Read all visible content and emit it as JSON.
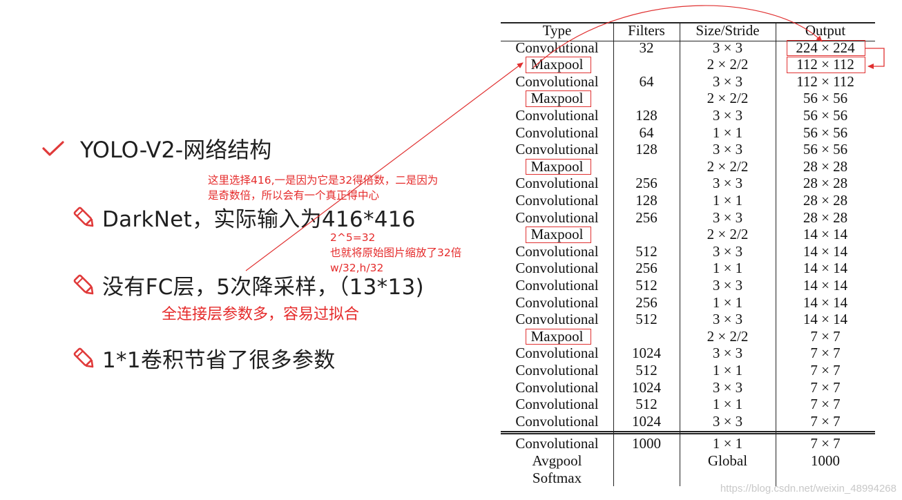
{
  "slide": {
    "heading": "YOLO-V2-网络结构",
    "bullets": [
      "DarkNet，实际输入为416*416",
      "没有FC层，5次降采样，（13*13)",
      "1*1卷积节省了很多参数"
    ],
    "notes": {
      "note1_line1": "这里选择416,一是因为它是32得倍数，二是因为",
      "note1_line2": "是奇数倍，所以会有一个真正得中心",
      "note2_line1": "2^5=32",
      "note2_line2": "也就将原始图片缩放了32倍",
      "note2_line3": "w/32,h/32",
      "note3": "全连接层参数多，容易过拟合"
    },
    "icons": {
      "heading": "checkmark-icon",
      "bullet": "pencil-icon"
    },
    "accent_color": "#e52b2b"
  },
  "table": {
    "headers": [
      "Type",
      "Filters",
      "Size/Stride",
      "Output"
    ],
    "rows": [
      [
        "Convolutional",
        "32",
        "3 × 3",
        "224 × 224"
      ],
      [
        "Maxpool",
        "",
        "2 × 2/2",
        "112 × 112"
      ],
      [
        "Convolutional",
        "64",
        "3 × 3",
        "112 × 112"
      ],
      [
        "Maxpool",
        "",
        "2 × 2/2",
        "56 × 56"
      ],
      [
        "Convolutional",
        "128",
        "3 × 3",
        "56 × 56"
      ],
      [
        "Convolutional",
        "64",
        "1 × 1",
        "56 × 56"
      ],
      [
        "Convolutional",
        "128",
        "3 × 3",
        "56 × 56"
      ],
      [
        "Maxpool",
        "",
        "2 × 2/2",
        "28 × 28"
      ],
      [
        "Convolutional",
        "256",
        "3 × 3",
        "28 × 28"
      ],
      [
        "Convolutional",
        "128",
        "1 × 1",
        "28 × 28"
      ],
      [
        "Convolutional",
        "256",
        "3 × 3",
        "28 × 28"
      ],
      [
        "Maxpool",
        "",
        "2 × 2/2",
        "14 × 14"
      ],
      [
        "Convolutional",
        "512",
        "3 × 3",
        "14 × 14"
      ],
      [
        "Convolutional",
        "256",
        "1 × 1",
        "14 × 14"
      ],
      [
        "Convolutional",
        "512",
        "3 × 3",
        "14 × 14"
      ],
      [
        "Convolutional",
        "256",
        "1 × 1",
        "14 × 14"
      ],
      [
        "Convolutional",
        "512",
        "3 × 3",
        "14 × 14"
      ],
      [
        "Maxpool",
        "",
        "2 × 2/2",
        "7 × 7"
      ],
      [
        "Convolutional",
        "1024",
        "3 × 3",
        "7 × 7"
      ],
      [
        "Convolutional",
        "512",
        "1 × 1",
        "7 × 7"
      ],
      [
        "Convolutional",
        "1024",
        "3 × 3",
        "7 × 7"
      ],
      [
        "Convolutional",
        "512",
        "1 × 1",
        "7 × 7"
      ],
      [
        "Convolutional",
        "1024",
        "3 × 3",
        "7 × 7"
      ]
    ],
    "footer_rows": [
      [
        "Convolutional",
        "1000",
        "1 × 1",
        "7 × 7"
      ],
      [
        "Avgpool",
        "",
        "Global",
        "1000"
      ],
      [
        "Softmax",
        "",
        "",
        ""
      ]
    ]
  },
  "watermark": "https://blog.csdn.net/weixin_48994268"
}
